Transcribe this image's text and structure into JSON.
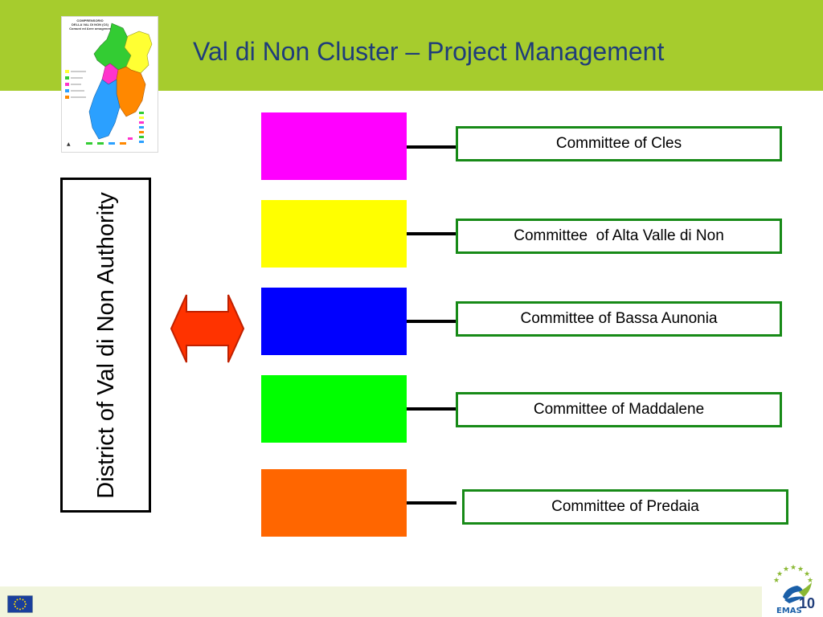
{
  "slide": {
    "title": "Val di Non Cluster – Project Management",
    "page_number": "10"
  },
  "map": {
    "heading": "COMPRENSORIO\nDELLA VAL DI NON (C6)\nComuni ed Aree omogenee",
    "colors": [
      "#ff33cc",
      "#ffff33",
      "#2ba0ff",
      "#33cc33",
      "#ff8800"
    ]
  },
  "authority": {
    "label": "District of Val di Non Authority"
  },
  "committees": [
    {
      "label": "Committee of Cles",
      "color": "#ff00ff"
    },
    {
      "label": "Committee  of Alta Valle di Non",
      "color": "#ffff00"
    },
    {
      "label": "Committee of Bassa Aunonia",
      "color": "#0000ff"
    },
    {
      "label": "Committee of Maddalene",
      "color": "#00ff00"
    },
    {
      "label": "Committee of Predaia",
      "color": "#ff6600"
    }
  ],
  "colors": {
    "header_band": "#a6cc2d",
    "title_text": "#1f3d7a",
    "box_border": "#178a17",
    "arrow_fill": "#ff3300"
  },
  "icons": {
    "arrow": "double-headed-arrow-icon",
    "eu": "eu-flag-icon",
    "emas": "emas-logo-icon"
  }
}
